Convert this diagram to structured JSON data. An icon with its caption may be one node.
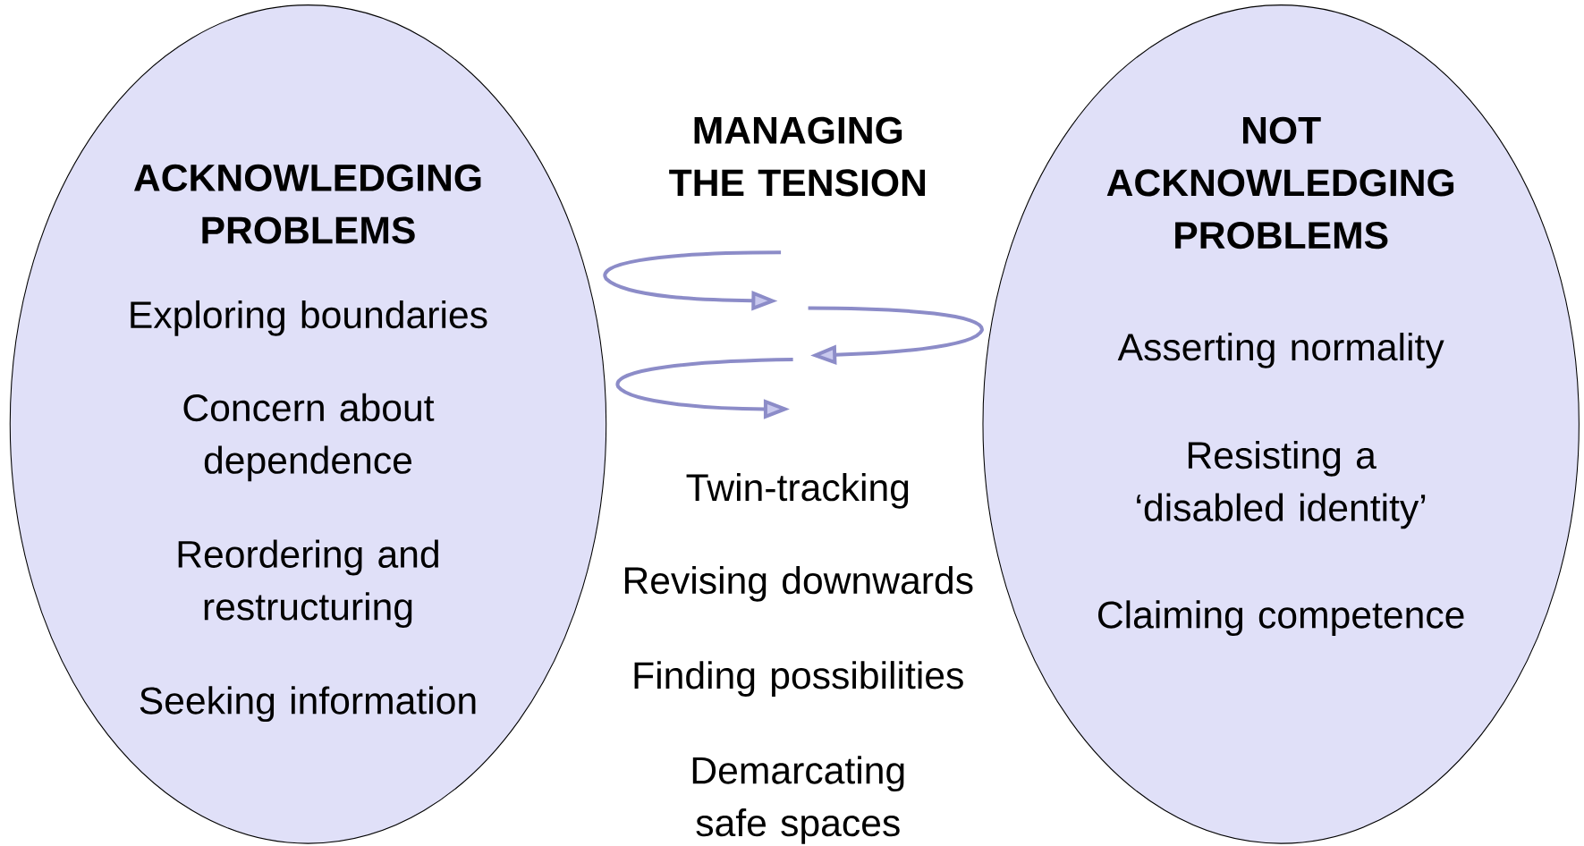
{
  "diagram": {
    "nodes": [
      {
        "text": [
          "ACKNOWLEDGING PROBLEMS",
          "Exploring boundaries",
          "Concern about dependence",
          "Reordering and restructuring",
          "Seeking information"
        ]
      },
      {
        "text": [
          "NOT ACKNOWLEDGING PROBLEMS",
          "Asserting normality",
          "Resisting a ‘disabled identity’",
          "Claiming competence"
        ]
      }
    ],
    "edges": [],
    "labels": [
      "MANAGING THE TENSION",
      "Twin-tracking",
      "Revising downwards",
      "Finding possibilities",
      "Demarcating safe spaces"
    ]
  }
}
